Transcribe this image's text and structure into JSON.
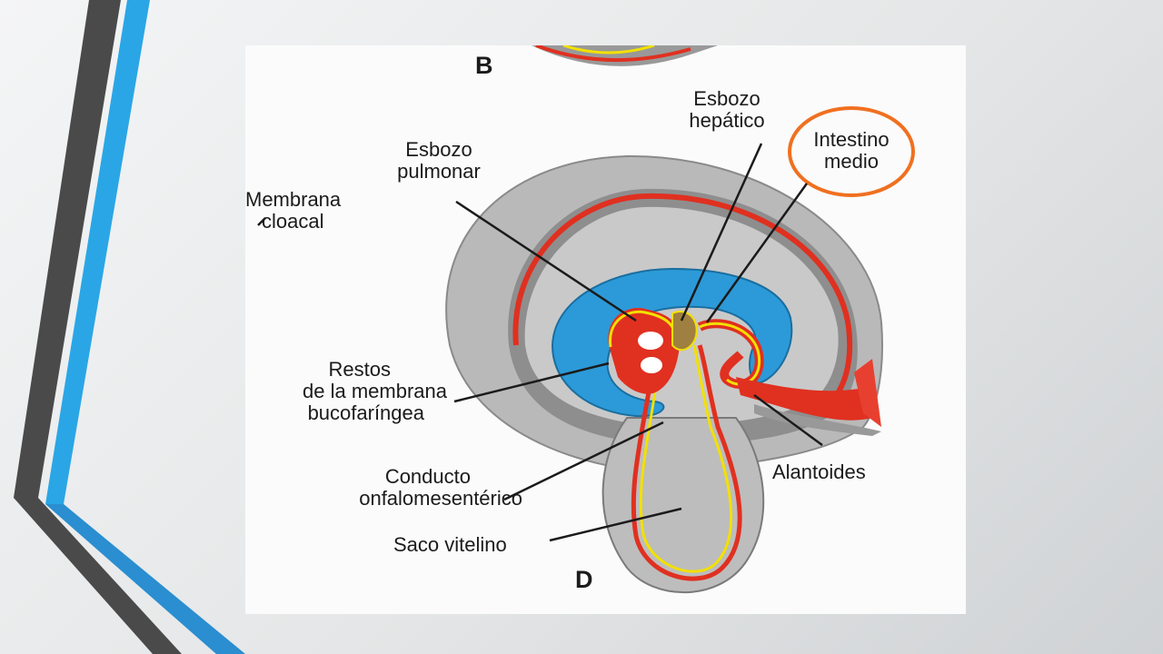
{
  "figure": {
    "panel_top_label": "B",
    "panel_bottom_label": "D",
    "labels": {
      "esbozo_hepatico": [
        "Esbozo",
        "hepático"
      ],
      "intestino_medio": [
        "Intestino",
        "medio"
      ],
      "esbozo_pulmonar": [
        "Esbozo",
        "pulmonar"
      ],
      "membrana_cloacal": [
        "Membrana",
        "cloacal"
      ],
      "restos_membrana": [
        "Restos",
        "de la membrana",
        "bucofaríngea"
      ],
      "conducto": [
        "Conducto",
        "onfalomesentérico"
      ],
      "saco_vitelino": "Saco vitelino",
      "alantoides": "Alantoides"
    },
    "highlight_color": "#f07020"
  },
  "colors": {
    "decor_dark": "#4a4a4a",
    "decor_blue": "#2aa6e6",
    "ectoderm": "#2c9ad8",
    "endoderm_yellow": "#f2e000",
    "mesoderm_red": "#e03020"
  }
}
